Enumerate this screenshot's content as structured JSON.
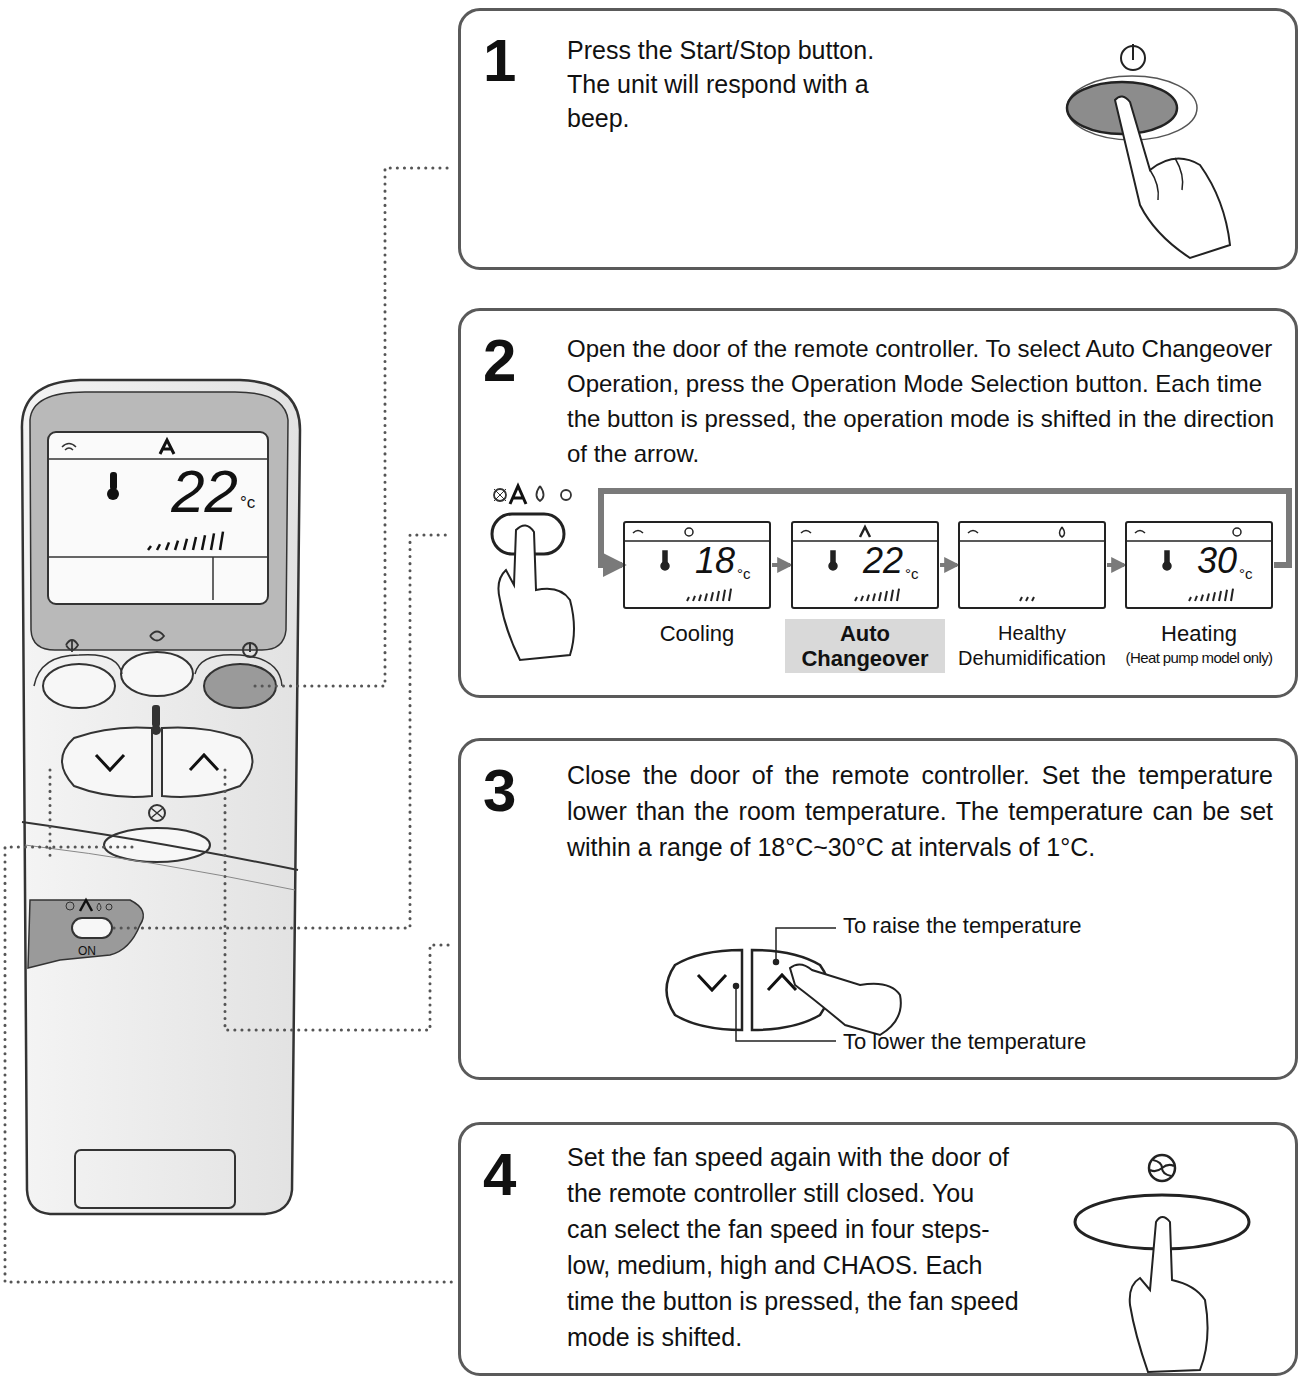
{
  "diagram": {
    "nodes": [
      {
        "text": [
          "1",
          "Press the Start/Stop button. The unit will respond with a beep."
        ]
      },
      {
        "text": [
          "2",
          "Open the door of the remote controller. To select Auto Changeover Operation, press the Operation Mode Selection button. Each time the button is pressed, the operation mode is shifted in the direction of the arrow."
        ]
      },
      {
        "text": [
          "18",
          "°c",
          "Cooling"
        ],
        "in": 1
      },
      {
        "text": [
          "22",
          "°c",
          "Auto Changeover"
        ],
        "in": 1
      },
      {
        "text": [
          "Healthy Dehumidification"
        ],
        "in": 1
      },
      {
        "text": [
          "30",
          "°c",
          "Heating",
          "(Heat pump model only)"
        ],
        "in": 1
      },
      {
        "text": [
          "3",
          "Close the door of the remote controller. Set the temperature lower than the room temperature. The temperature can be set within a range of 18°C~30°C at intervals of 1°C.",
          "To raise the temperature",
          "To lower the temperature"
        ]
      },
      {
        "text": [
          "4",
          "Set the fan speed again with the door of the remote controller still closed. You can select the fan speed in four steps-low, medium, high and CHAOS. Each time the button is pressed, the fan speed mode is shifted."
        ]
      }
    ],
    "edges": [
      {
        "from": 2,
        "to": 3,
        "arrow": "to"
      },
      {
        "from": 3,
        "to": 4,
        "arrow": "to"
      },
      {
        "from": 4,
        "to": 5,
        "arrow": "to"
      },
      {
        "from": 5,
        "to": 2,
        "arrow": "to"
      }
    ],
    "labels": [
      "22",
      "°c",
      "ON"
    ]
  }
}
